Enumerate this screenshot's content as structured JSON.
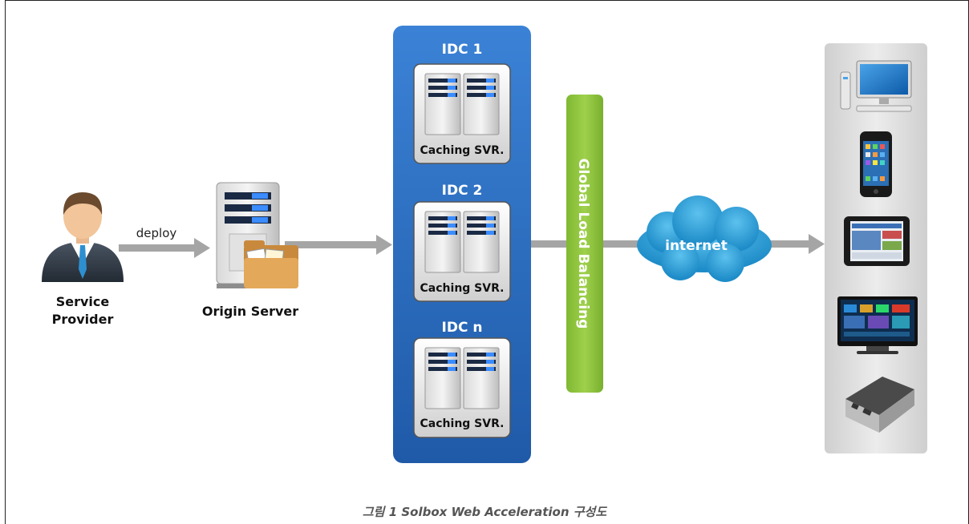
{
  "service_provider": {
    "line1": "Service",
    "line2": "Provider"
  },
  "deploy_label": "deploy",
  "origin_server": {
    "label": "Origin Server"
  },
  "idc_blocks": [
    {
      "title": "IDC 1",
      "server_label": "Caching SVR."
    },
    {
      "title": "IDC 2",
      "server_label": "Caching SVR."
    },
    {
      "title": "IDC n",
      "server_label": "Caching SVR."
    }
  ],
  "load_balancer": {
    "label": "Global Load Balancing"
  },
  "internet": {
    "label": "internet"
  },
  "devices": [
    "desktop-computer",
    "smartphone",
    "tablet",
    "smart-tv",
    "set-top-box"
  ],
  "caption": "그림 1 Solbox Web Acceleration 구성도",
  "colors": {
    "idc_panel": "#2f6fc0",
    "load_balancer": "#8cc23f",
    "cloud": "#2f9fd6",
    "arrow": "#a0a0a0"
  }
}
